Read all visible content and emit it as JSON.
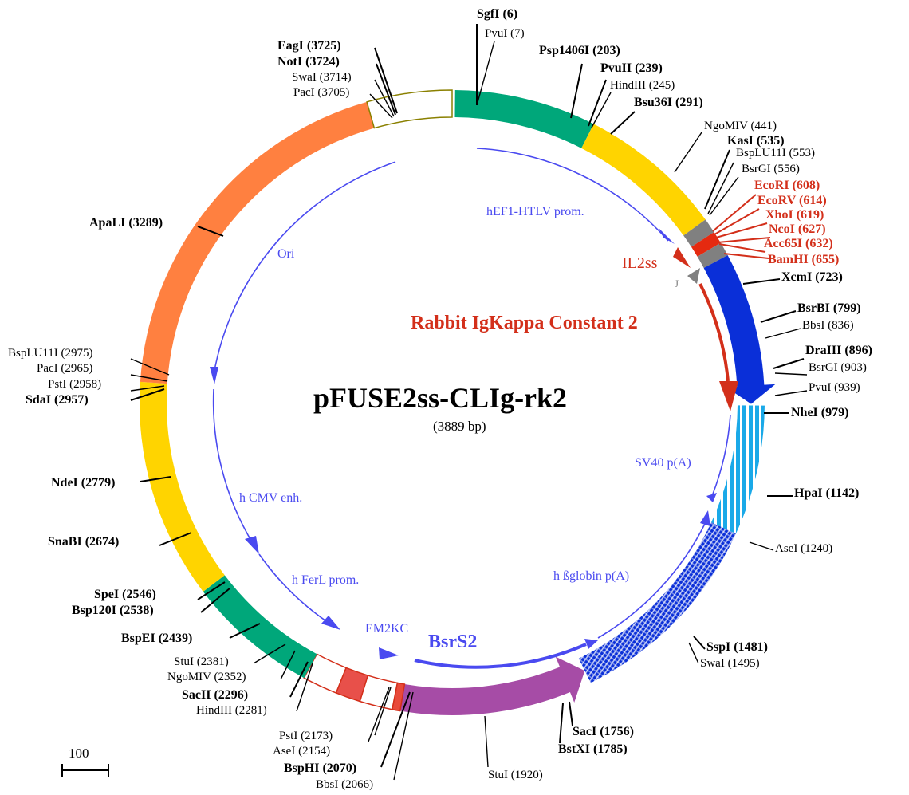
{
  "plasmid": {
    "name": "pFUSE2ss-CLIg-rk2",
    "size_label": "(3889 bp)",
    "length": 3889,
    "insert_label": "Rabbit IgKappa Constant 2",
    "scale_label": "100",
    "scale_bp": 100
  },
  "colors": {
    "teal": "#00a77a",
    "yellow": "#ffd400",
    "orange": "#ff8040",
    "blue": "#0a2fd8",
    "lightblue": "#1aa9e8",
    "purple": "#a64ca6",
    "gray": "#808080",
    "red": "#d32f1a",
    "feature_label": "#4a4af0",
    "olive": "#8a8000"
  },
  "segments": [
    {
      "name": "ef1-teal",
      "start": 6,
      "end": 291,
      "color": "#00a77a",
      "style": "solid"
    },
    {
      "name": "htlv-yellow",
      "start": 291,
      "end": 585,
      "color": "#ffd400",
      "style": "solid"
    },
    {
      "name": "il2ss-gray",
      "start": 585,
      "end": 615,
      "color": "#808080",
      "style": "solid"
    },
    {
      "name": "mcs-red",
      "start": 615,
      "end": 640,
      "color": "#e52a10",
      "style": "solid"
    },
    {
      "name": "j-gray",
      "start": 640,
      "end": 668,
      "color": "#808080",
      "style": "solid"
    },
    {
      "name": "igkappa-blue",
      "start": 668,
      "end": 975,
      "color": "#0a2fd8",
      "style": "arrow"
    },
    {
      "name": "sv40pa-striped",
      "start": 978,
      "end": 1240,
      "color": "#1aa9e8",
      "style": "striped"
    },
    {
      "name": "hbglobin-hatched",
      "start": 1240,
      "end": 1660,
      "color": "#0a2fd8",
      "style": "hatched"
    },
    {
      "name": "bsrs2-purple",
      "start": 1660,
      "end": 2048,
      "color": "#a64ca6",
      "style": "arrow-ccw"
    },
    {
      "name": "em2kc-small-red",
      "start": 2048,
      "end": 2064,
      "color": "#e84a3a",
      "style": "outline-fill"
    },
    {
      "name": "em2kc-white",
      "start": 2064,
      "end": 2130,
      "color": "#ffffff",
      "style": "outline"
    },
    {
      "name": "em2kc-red-box",
      "start": 2130,
      "end": 2180,
      "color": "#e8504a",
      "style": "outline-fill"
    },
    {
      "name": "em2kc-white2",
      "start": 2180,
      "end": 2250,
      "color": "#ffffff",
      "style": "outline"
    },
    {
      "name": "ferl-teal",
      "start": 2250,
      "end": 2515,
      "color": "#00a77a",
      "style": "solid"
    },
    {
      "name": "cmv-yellow",
      "start": 2515,
      "end": 2958,
      "color": "#ffd400",
      "style": "solid"
    },
    {
      "name": "ori-orange",
      "start": 2958,
      "end": 3718,
      "color": "#ff8040",
      "style": "solid"
    },
    {
      "name": "ori-white",
      "start": 3718,
      "end": 3889,
      "color": "#ffffff",
      "style": "outline-olive"
    }
  ],
  "features": [
    {
      "label": "hEF1-HTLV prom.",
      "color": "#4a4af0"
    },
    {
      "label": "IL2ss",
      "color": "#d32f1a"
    },
    {
      "label": "J",
      "color": "#808080"
    },
    {
      "label": "Ori",
      "color": "#4a4af0"
    },
    {
      "label": "h CMV enh.",
      "color": "#4a4af0"
    },
    {
      "label": "h FerL prom.",
      "color": "#4a4af0"
    },
    {
      "label": "EM2KC",
      "color": "#4a4af0"
    },
    {
      "label": "BsrS2",
      "color": "#4a4af0"
    },
    {
      "label": "h ßglobin p(A)",
      "color": "#4a4af0"
    },
    {
      "label": "SV40 p(A)",
      "color": "#4a4af0"
    }
  ],
  "sites": [
    {
      "name": "SgfI",
      "pos": "(6)",
      "bold": true,
      "red": false
    },
    {
      "name": "PvuI",
      "pos": "(7)",
      "bold": false,
      "red": false
    },
    {
      "name": "Psp1406I",
      "pos": "(203)",
      "bold": true,
      "red": false
    },
    {
      "name": "PvuII",
      "pos": "(239)",
      "bold": true,
      "red": false
    },
    {
      "name": "HindIII",
      "pos": "(245)",
      "bold": false,
      "red": false
    },
    {
      "name": "Bsu36I",
      "pos": "(291)",
      "bold": true,
      "red": false
    },
    {
      "name": "NgoMIV",
      "pos": "(441)",
      "bold": false,
      "red": false
    },
    {
      "name": "KasI",
      "pos": "(535)",
      "bold": true,
      "red": false
    },
    {
      "name": "BspLU11I",
      "pos": "(553)",
      "bold": false,
      "red": false
    },
    {
      "name": "BsrGI",
      "pos": "(556)",
      "bold": false,
      "red": false
    },
    {
      "name": "EcoRI",
      "pos": "(608)",
      "bold": true,
      "red": true
    },
    {
      "name": "EcoRV",
      "pos": "(614)",
      "bold": true,
      "red": true
    },
    {
      "name": "XhoI",
      "pos": "(619)",
      "bold": true,
      "red": true
    },
    {
      "name": "NcoI",
      "pos": "(627)",
      "bold": true,
      "red": true
    },
    {
      "name": "Acc65I",
      "pos": "(632)",
      "bold": true,
      "red": true
    },
    {
      "name": "BamHI",
      "pos": "(655)",
      "bold": true,
      "red": true
    },
    {
      "name": "XcmI",
      "pos": "(723)",
      "bold": true,
      "red": false
    },
    {
      "name": "BsrBI",
      "pos": "(799)",
      "bold": true,
      "red": false
    },
    {
      "name": "BbsI",
      "pos": "(836)",
      "bold": false,
      "red": false
    },
    {
      "name": "DraIII",
      "pos": "(896)",
      "bold": true,
      "red": false
    },
    {
      "name": "BsrGI",
      "pos": "(903)",
      "bold": false,
      "red": false
    },
    {
      "name": "PvuI",
      "pos": "(939)",
      "bold": false,
      "red": false
    },
    {
      "name": "NheI",
      "pos": "(979)",
      "bold": true,
      "red": false
    },
    {
      "name": "HpaI",
      "pos": "(1142)",
      "bold": true,
      "red": false
    },
    {
      "name": "AseI",
      "pos": "(1240)",
      "bold": false,
      "red": false
    },
    {
      "name": "SspI",
      "pos": "(1481)",
      "bold": true,
      "red": false
    },
    {
      "name": "SwaI",
      "pos": "(1495)",
      "bold": false,
      "red": false
    },
    {
      "name": "SacI",
      "pos": "(1756)",
      "bold": true,
      "red": false
    },
    {
      "name": "BstXI",
      "pos": "(1785)",
      "bold": true,
      "red": false
    },
    {
      "name": "StuI",
      "pos": "(1920)",
      "bold": false,
      "red": false
    },
    {
      "name": "BbsI",
      "pos": "(2066)",
      "bold": false,
      "red": false
    },
    {
      "name": "BspHI",
      "pos": "(2070)",
      "bold": true,
      "red": false
    },
    {
      "name": "AseI",
      "pos": "(2154)",
      "bold": false,
      "red": false
    },
    {
      "name": "PstI",
      "pos": "(2173)",
      "bold": false,
      "red": false
    },
    {
      "name": "HindIII",
      "pos": "(2281)",
      "bold": false,
      "red": false
    },
    {
      "name": "SacII",
      "pos": "(2296)",
      "bold": true,
      "red": false
    },
    {
      "name": "NgoMIV",
      "pos": "(2352)",
      "bold": false,
      "red": false
    },
    {
      "name": "StuI",
      "pos": "(2381)",
      "bold": false,
      "red": false
    },
    {
      "name": "BspEI",
      "pos": "(2439)",
      "bold": true,
      "red": false
    },
    {
      "name": "Bsp120I",
      "pos": "(2538)",
      "bold": true,
      "red": false
    },
    {
      "name": "SpeI",
      "pos": "(2546)",
      "bold": true,
      "red": false
    },
    {
      "name": "SnaBI",
      "pos": "(2674)",
      "bold": true,
      "red": false
    },
    {
      "name": "NdeI",
      "pos": "(2779)",
      "bold": true,
      "red": false
    },
    {
      "name": "SdaI",
      "pos": "(2957)",
      "bold": true,
      "red": false
    },
    {
      "name": "PstI",
      "pos": "(2958)",
      "bold": false,
      "red": false
    },
    {
      "name": "PacI",
      "pos": "(2965)",
      "bold": false,
      "red": false
    },
    {
      "name": "BspLU11I",
      "pos": "(2975)",
      "bold": false,
      "red": false
    },
    {
      "name": "ApaLI",
      "pos": "(3289)",
      "bold": true,
      "red": false
    },
    {
      "name": "PacI",
      "pos": "(3705)",
      "bold": false,
      "red": false
    },
    {
      "name": "SwaI",
      "pos": "(3714)",
      "bold": false,
      "red": false
    },
    {
      "name": "NotI",
      "pos": "(3724)",
      "bold": true,
      "red": false
    },
    {
      "name": "EagI",
      "pos": "(3725)",
      "bold": true,
      "red": false
    }
  ]
}
